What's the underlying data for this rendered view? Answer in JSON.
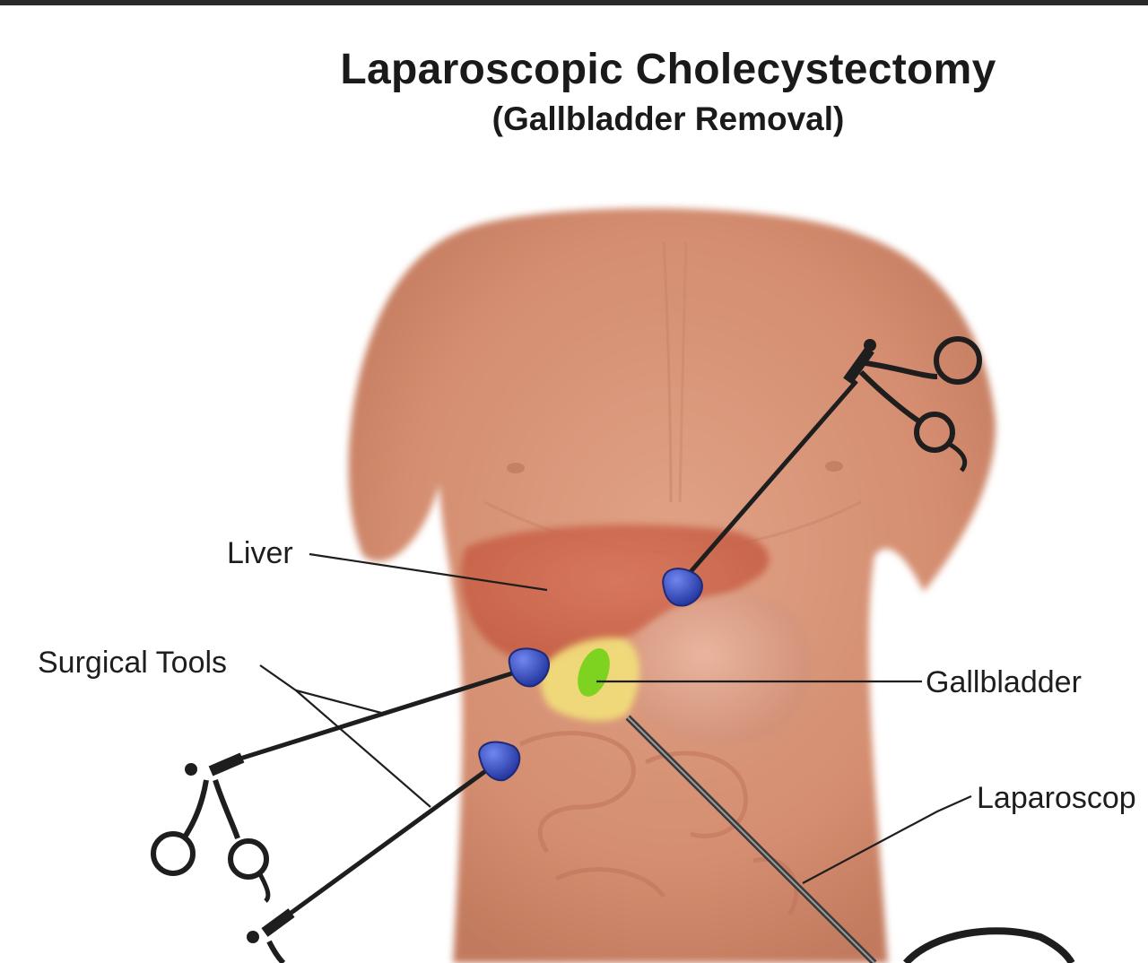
{
  "title": "Laparoscopic Cholecystectomy",
  "subtitle": "(Gallbladder Removal)",
  "labels": {
    "liver": "Liver",
    "surgical_tools": "Surgical Tools",
    "gallbladder": "Gallbladder",
    "laparoscope": "Laparoscop"
  },
  "colors": {
    "skin": "#d99478",
    "liver": "#c9654a",
    "gallbladder": "#7ed321",
    "fat": "#f2e07a",
    "port": "#3548b8",
    "instrument": "#1e1e1e"
  }
}
